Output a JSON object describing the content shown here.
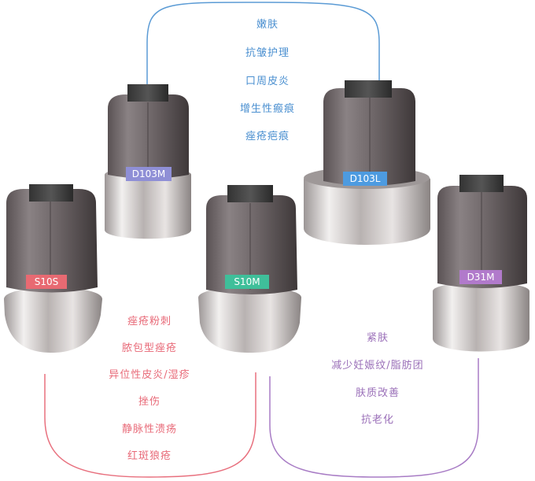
{
  "probes": {
    "d103m": {
      "label": "D103M",
      "color": "#8f8fd6"
    },
    "d103l": {
      "label": "D103L",
      "color": "#4d9be0"
    },
    "s10s": {
      "label": "S10S",
      "color": "#e86a72"
    },
    "s10m": {
      "label": "S10M",
      "color": "#3fbf9a"
    },
    "d31m": {
      "label": "D31M",
      "color": "#b17acb"
    }
  },
  "groups": {
    "top": {
      "color": "#4a8fd0",
      "items": [
        "嫩肤",
        "抗皱护理",
        "口周皮炎",
        "增生性瘢痕",
        "痤疮疤痕"
      ]
    },
    "bottom_left": {
      "color": "#e86a78",
      "items": [
        "痤疮粉刺",
        "脓包型痤疮",
        "异位性皮炎/湿疹",
        "挫伤",
        "静脉性溃疡",
        "红斑狼疮"
      ]
    },
    "bottom_right": {
      "color": "#9a6fb8",
      "items": [
        "紧肤",
        "减少妊娠纹/脂肪团",
        "肤质改善",
        "抗老化"
      ]
    }
  }
}
